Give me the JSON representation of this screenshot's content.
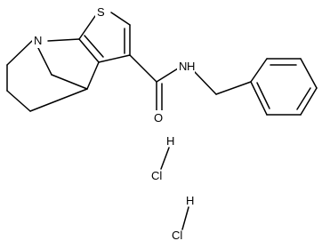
{
  "molecule": {
    "atoms": {
      "n_ring": "N",
      "s_ring": "S",
      "o_carbonyl": "O",
      "nh_amide": "N",
      "h_amide": "H",
      "h_salt_1": "H",
      "cl_salt_1": "Cl",
      "h_salt_2": "H",
      "cl_salt_2": "Cl"
    }
  }
}
